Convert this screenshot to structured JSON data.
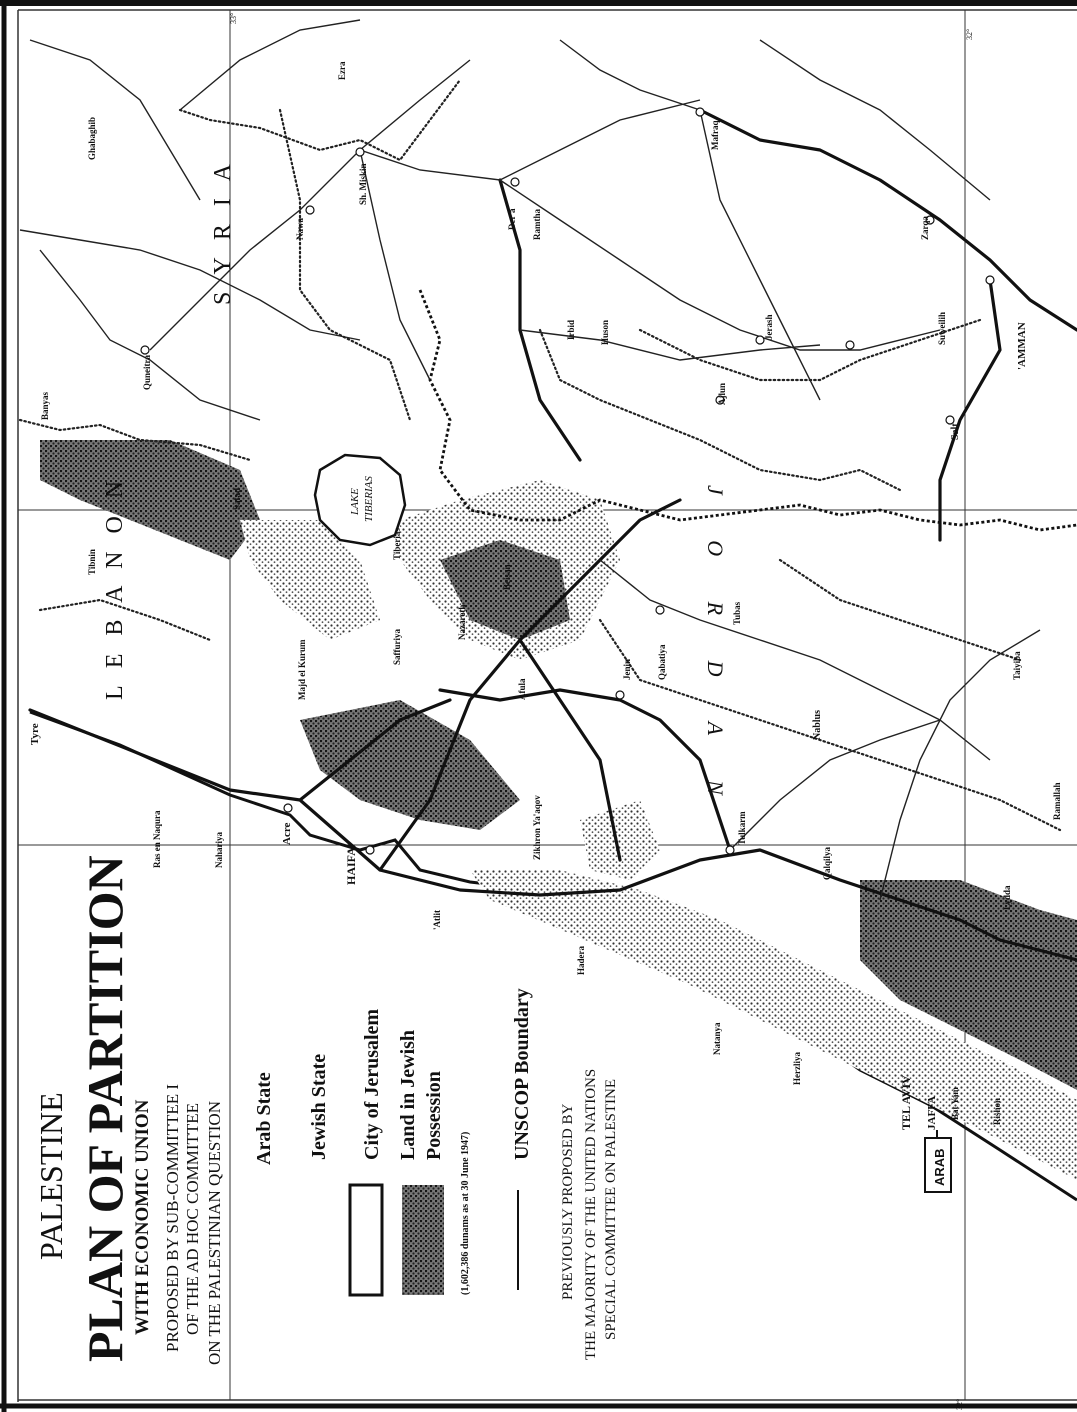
{
  "legend": {
    "country": "PALESTINE",
    "title": "PLAN OF PARTITION",
    "subtitle": "WITH ECONOMIC UNION",
    "proposed_by": [
      "PROPOSED BY SUB-COMMITTEE I",
      "OF THE AD HOC COMMITTEE",
      "ON THE PALESTINIAN QUESTION"
    ],
    "items": [
      {
        "label": "Arab State"
      },
      {
        "label": "Jewish State"
      },
      {
        "label": "City of Jerusalem"
      },
      {
        "label": "Land in Jewish Possession",
        "line1": "Land in Jewish",
        "line2": "Possession",
        "note": "(1,602,386 dunams as at 30 June 1947)"
      },
      {
        "label": "UNSCOP Boundary"
      }
    ],
    "previously": [
      "PREVIOUSLY PROPOSED BY",
      "THE MAJORITY OF THE UNITED NATIONS",
      "SPECIAL COMMITTEE ON PALESTINE"
    ]
  },
  "regions": {
    "lebanon": "L E B A N O N",
    "syria": "S Y R I A",
    "jordan": "J O R D A N",
    "lake": [
      "LAKE",
      "TIBERIAS"
    ]
  },
  "places": {
    "tyre": "Tyre",
    "ras_en_naqura": "Ras en Naqura",
    "nahariya": "Nahariya",
    "acre": "Acre",
    "haifa": "HAIFA",
    "atlit": "'Atlit",
    "zikhron": "Zikhron Ya'aqov",
    "hadera": "Hadera",
    "natanya": "Natanya",
    "herzliya": "Herzliya",
    "tel_aviv": "TEL AVIV",
    "jaffa": "JAFFA",
    "bat_yam": "Bat Yam",
    "rishon": "Rishon",
    "safad": "Safad",
    "tiberias": "Tiberias",
    "nazareth": "Nazareth",
    "afula": "Afula",
    "beisan": "Beisan",
    "jenin": "Jenin",
    "nablus": "Nablus",
    "tulkarm": "Tulkarm",
    "qalqilya": "Qalqilya",
    "ramallah": "Ramallah",
    "lydda": "Lydda",
    "amman": "'AMMAN",
    "salt": "Salt",
    "zarqa": "Zarqa",
    "irbid": "Irbid",
    "deraa": "Der'a",
    "mafraq": "Mafraq",
    "nawa": "Nawa",
    "sh_miskin": "Sh. Miskin",
    "quneitra": "Quneitra",
    "tibnin": "Tibnin",
    "majd_el_kurum": "Majd el Kurum",
    "saffuriya": "Saffuriya",
    "tubas": "Tubas",
    "qabatiya": "Qabatiya",
    "taiyiba": "Taiyiba",
    "ajlun": "Ajlun",
    "jerash": "Jerash",
    "suweilih": "Suweilih",
    "huson": "Huson",
    "ramtha": "Ramtha",
    "ezra": "Ezra",
    "ghabaghib": "Ghabaghib",
    "banyas": "Banyas"
  },
  "badge": "ARAB",
  "grid_labels": {
    "top_right": "32°",
    "top_mid": "33°",
    "bottom_right": "32°"
  }
}
